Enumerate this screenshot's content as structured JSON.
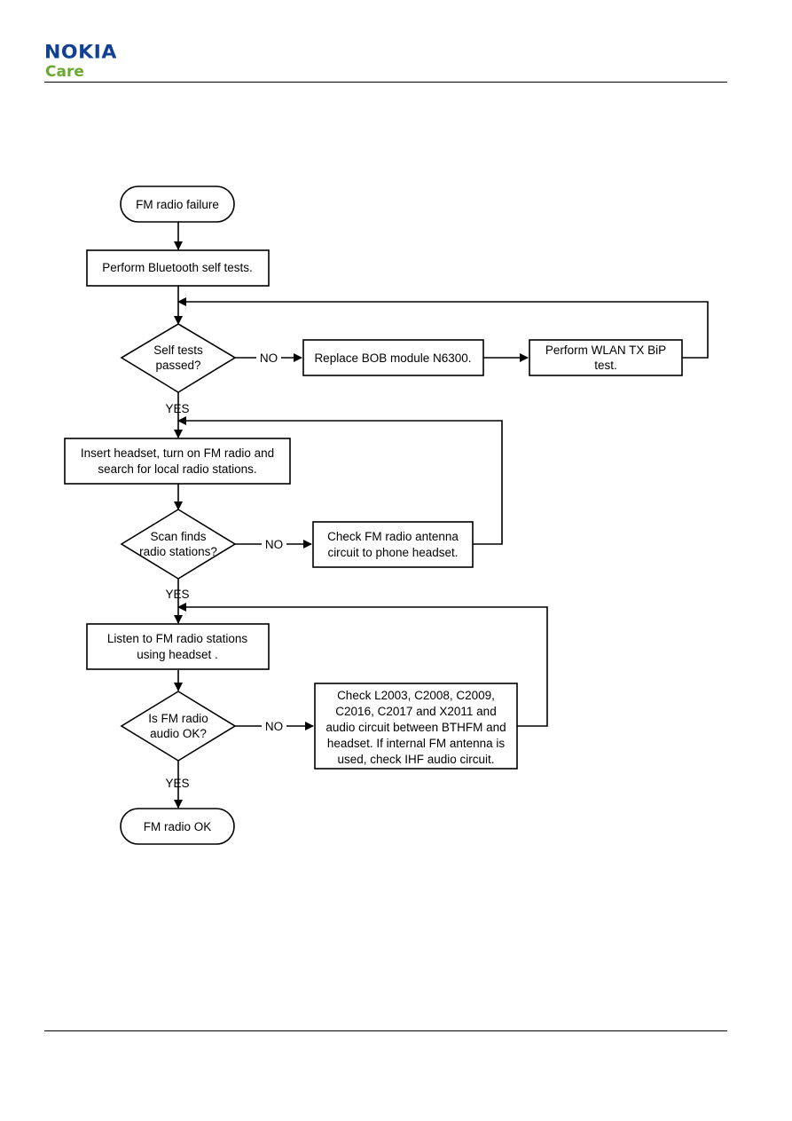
{
  "header": {
    "brand": "NOKIA",
    "sub_brand": "Care",
    "brand_color": "#124191",
    "sub_brand_color": "#6aa832"
  },
  "flowchart": {
    "start": "FM radio failure",
    "step1": "Perform Bluetooth self tests.",
    "decision1": [
      "Self tests",
      "passed?"
    ],
    "no1_label": "NO",
    "fix1": "Replace BOB module N6300.",
    "fix1b": [
      "Perform WLAN TX BiP",
      "test."
    ],
    "yes1_label": "YES",
    "step2": [
      "Insert headset, turn on FM radio and",
      "search for local radio stations."
    ],
    "decision2": [
      "Scan finds",
      "radio stations?"
    ],
    "no2_label": "NO",
    "fix2": [
      "Check FM radio antenna",
      "circuit to phone headset."
    ],
    "yes2_label": "YES",
    "step3": [
      "Listen to FM radio stations",
      "using headset ."
    ],
    "decision3": [
      "Is FM radio",
      "audio OK?"
    ],
    "no3_label": "NO",
    "fix3": [
      "Check L2003, C2008, C2009,",
      "C2016, C2017 and X2011 and",
      "audio circuit between BTHFM and",
      "headset. If internal FM antenna is",
      "used, check IHF audio circuit."
    ],
    "yes3_label": "YES",
    "end": "FM radio OK"
  }
}
